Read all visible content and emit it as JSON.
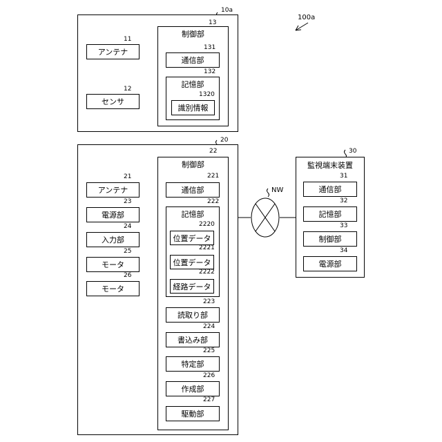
{
  "figure_ref": "100a",
  "device_10a": {
    "ref": "10a",
    "antenna": {
      "label": "アンテナ",
      "ref": "11"
    },
    "sensor": {
      "label": "センサ",
      "ref": "12"
    },
    "control": {
      "label": "制御部",
      "ref": "13",
      "comm": {
        "label": "通信部",
        "ref": "131"
      },
      "storage": {
        "label": "記憶部",
        "ref": "132",
        "id_info": {
          "label": "識別情報",
          "ref": "1320"
        }
      }
    }
  },
  "device_20": {
    "ref": "20",
    "antenna": {
      "label": "アンテナ",
      "ref": "21"
    },
    "power": {
      "label": "電源部",
      "ref": "23"
    },
    "input": {
      "label": "入力部",
      "ref": "24"
    },
    "motor1": {
      "label": "モータ",
      "ref": "25"
    },
    "motor2": {
      "label": "モータ",
      "ref": "26"
    },
    "control": {
      "label": "制御部",
      "ref": "22",
      "comm": {
        "label": "通信部",
        "ref": "221"
      },
      "storage": {
        "label": "記憶部",
        "ref": "222",
        "pos1": {
          "label": "位置データ",
          "ref": "2220"
        },
        "pos2": {
          "label": "位置データ",
          "ref": "2221"
        },
        "route": {
          "label": "経路データ",
          "ref": "2222"
        }
      },
      "reader": {
        "label": "読取り部",
        "ref": "223"
      },
      "writer": {
        "label": "書込み部",
        "ref": "224"
      },
      "identify": {
        "label": "特定部",
        "ref": "225"
      },
      "create": {
        "label": "作成部",
        "ref": "226"
      },
      "drive": {
        "label": "駆動部",
        "ref": "227"
      }
    }
  },
  "network": {
    "label": "NW"
  },
  "monitor_30": {
    "label": "監視端末装置",
    "ref": "30",
    "comm": {
      "label": "通信部",
      "ref": "31"
    },
    "storage": {
      "label": "記憶部",
      "ref": "32"
    },
    "control": {
      "label": "制御部",
      "ref": "33"
    },
    "power": {
      "label": "電源部",
      "ref": "34"
    }
  }
}
